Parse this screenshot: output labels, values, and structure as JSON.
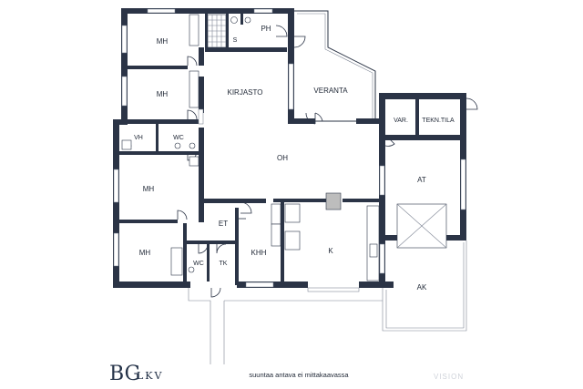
{
  "rooms": {
    "mh1": "MH",
    "mh2": "MH",
    "mh3": "MH",
    "mh4": "MH",
    "s": "S",
    "ph": "PH",
    "kirjasto": "KIRJASTO",
    "veranta": "VERANTA",
    "var": "VAR.",
    "tekn": "TEKN.TILA",
    "vh": "VH",
    "wc1": "WC",
    "oh": "OH",
    "at": "AT",
    "et": "ET",
    "khh": "KHH",
    "k": "K",
    "wc2": "WC",
    "tk": "TK",
    "ak": "AK"
  },
  "footer": {
    "logo_mark": "BG",
    "logo_text": "LKV",
    "caption": "suuntaa antava ei mittakaavassa",
    "watermark": "VISION"
  },
  "colors": {
    "walls": "#2b3446",
    "logo": "#243248"
  }
}
